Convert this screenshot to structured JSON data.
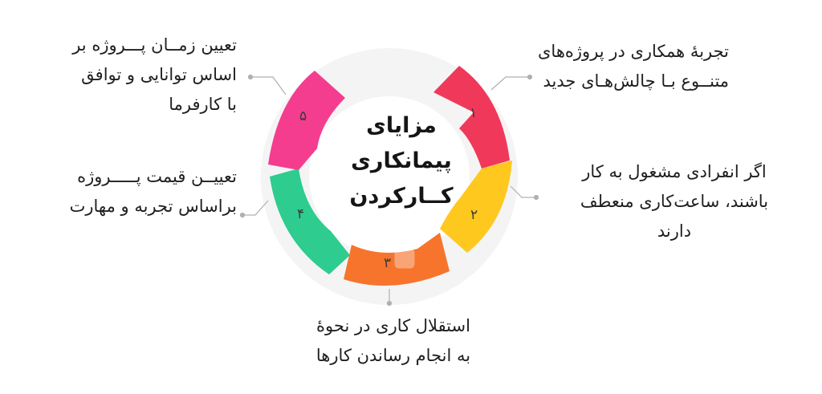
{
  "center_title": {
    "lines": [
      "مزایای",
      "پیمانکاری",
      "کــارکردن"
    ]
  },
  "items": [
    {
      "number": "۱",
      "color": "#f0385a",
      "lines": [
        "تجربهٔ همکاری در پروژه‌های",
        "متنــوع بـا چالش‌هـای جدید"
      ]
    },
    {
      "number": "۲",
      "color": "#ffc81e",
      "lines": [
        "اگر انفرادی مشغول به کار",
        "باشند، ساعت‌کاری منعطف",
        "دارند"
      ]
    },
    {
      "number": "۳",
      "color": "#f7742c",
      "lines": [
        "استقلال کاری در نحوهٔ",
        "به انجام رساندن کارها"
      ]
    },
    {
      "number": "۴",
      "color": "#2ecc8f",
      "lines": [
        "تعییــن قیمت پـــــروژه",
        "براساس تجربه و مهارت"
      ]
    },
    {
      "number": "۵",
      "color": "#f43d8e",
      "lines": [
        "تعیین زمــان پـــروژه بر",
        "اساس توانایی و توافق",
        "با کارفرما"
      ]
    }
  ],
  "colors": {
    "connector": "#b0b0b0",
    "text": "#1f1f1f"
  }
}
